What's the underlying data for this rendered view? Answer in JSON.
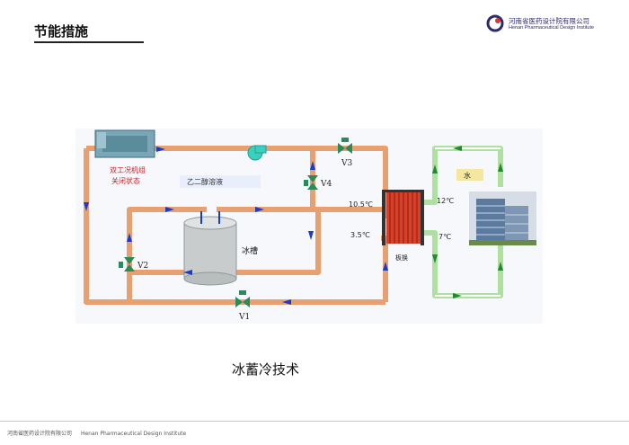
{
  "header": {
    "title": "节能措施",
    "logo_cn": "河南省医药设计院有限公司",
    "logo_en": "Henan Pharmaceutical Design Institute"
  },
  "diagram": {
    "chiller_label_line1": "双工况机组",
    "chiller_label_line2": "关闭状态",
    "glycol_label": "乙二醇溶液",
    "ice_tank_label": "冰槽",
    "valves": [
      "V1",
      "V2",
      "V3",
      "V4"
    ],
    "hx_label": "板换",
    "water_label": "水",
    "temp_hot_in": "10.5℃",
    "temp_cold_out": "3.5℃",
    "temp_water_in": "12℃",
    "temp_water_out": "7℃",
    "colors": {
      "glycol_pipe": "#e8a070",
      "water_pipe": "#aee0a0",
      "flow_arrow_blue": "#1a3ccc",
      "flow_arrow_green": "#1e8c2a"
    }
  },
  "caption": "冰蓄冷技术",
  "footer": {
    "cn": "河南省医药设计院有限公司",
    "en": "Henan Pharmaceutical Design Institute"
  }
}
